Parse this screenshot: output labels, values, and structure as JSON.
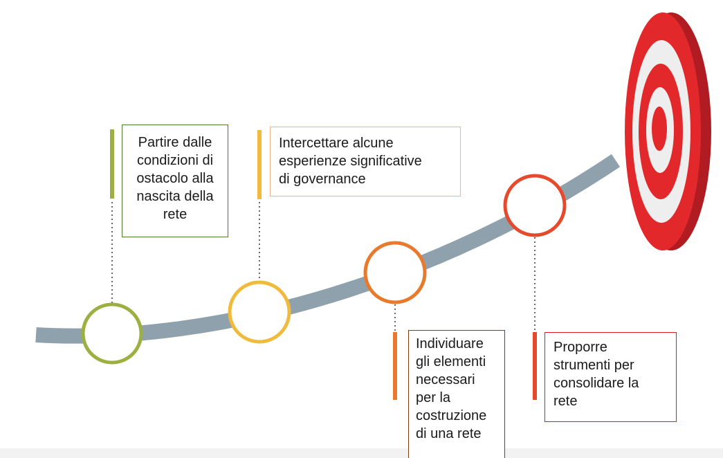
{
  "colors": {
    "path": "#8fa1ad",
    "step1": "#9cb042",
    "step2": "#f0bb3c",
    "step3": "#e87a2e",
    "step4": "#e54a2c",
    "target_red": "#e3282c",
    "target_light": "#eeeeee"
  },
  "steps": [
    {
      "label": "Partire dalle\ncondizioni di\nostacolo alla\nnascita della\nrete"
    },
    {
      "label": "Intercettare alcune\nesperienze significative\ndi governance"
    },
    {
      "label": "Individuare\ngli elementi\nnecessari\nper la\ncostruzione\ndi una rete"
    },
    {
      "label": "Proporre\nstrumenti per\nconsolidare la\nrete"
    }
  ],
  "icons": {
    "target": "target-icon",
    "arrow": "arrow-icon"
  }
}
